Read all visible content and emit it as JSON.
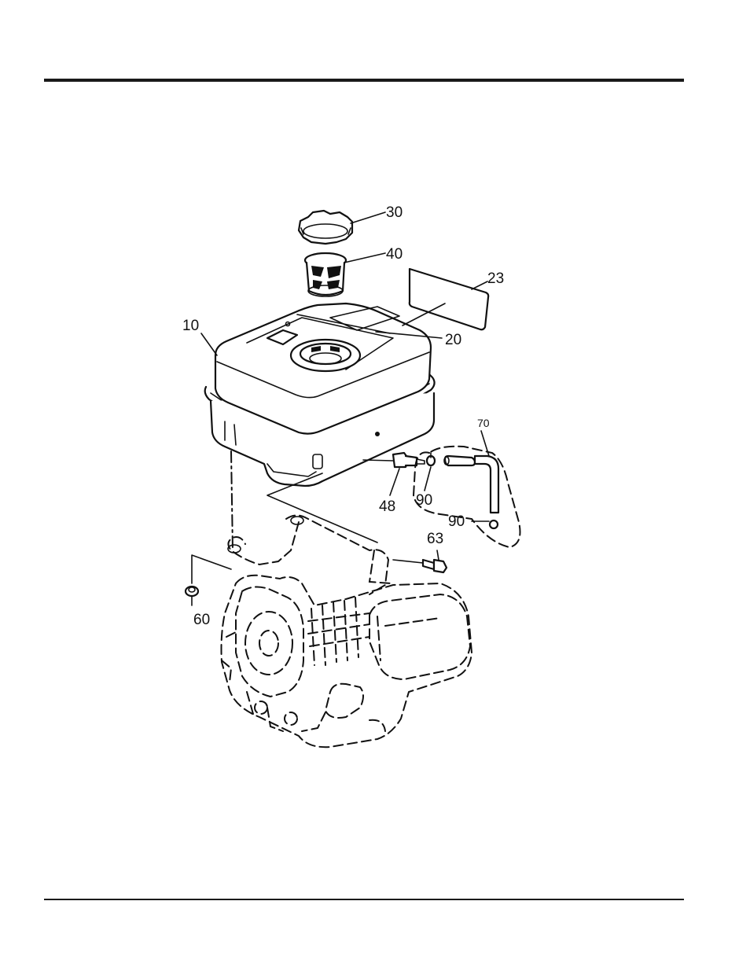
{
  "callouts": {
    "cap": "30",
    "strainer": "40",
    "label_23": "23",
    "tank": "10",
    "label_20": "20",
    "tube_assy": "70",
    "fuel_valve": "48",
    "clip_upper": "90",
    "clip_lower": "90",
    "bolt": "63",
    "nut": "60"
  }
}
